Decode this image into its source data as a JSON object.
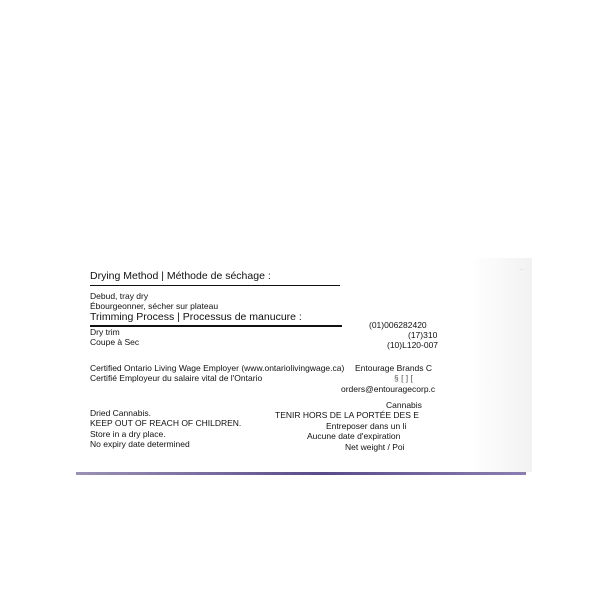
{
  "drying": {
    "heading": "Drying Method | Méthode de séchage :",
    "line_en": "Debud, tray dry",
    "line_fr": "Ébourgeonner, sécher sur plateau"
  },
  "trimming": {
    "heading": "Trimming Process | Processus de manucure :",
    "line_en": "Dry trim",
    "line_fr": "Coupe à Sec"
  },
  "codes": {
    "line1": "(01)006282420",
    "line2": "(17)310",
    "line3": "(10)L120-007"
  },
  "certification": {
    "line_en": "Certified Ontario Living Wage Employer (www.ontariolivingwage.ca)",
    "line_fr": "Certifié Employeur du salaire vital de l'Ontario"
  },
  "company": {
    "name": "Entourage Brands C",
    "line2": "§ [ ] [",
    "email": "orders@entouragecorp.c"
  },
  "warnings_left": {
    "line1": "Dried Cannabis.",
    "line2": "KEEP OUT OF REACH OF CHILDREN.",
    "line3": "Store in a dry place.",
    "line4": "No expiry date determined"
  },
  "warnings_right": {
    "line1": "Cannabis",
    "line2": "TENIR HORS DE LA PORTÉE DES E",
    "line3": "Entreposer dans un li",
    "line4": "Aucune date d'expiration",
    "line5": "Net weight / Poi"
  }
}
